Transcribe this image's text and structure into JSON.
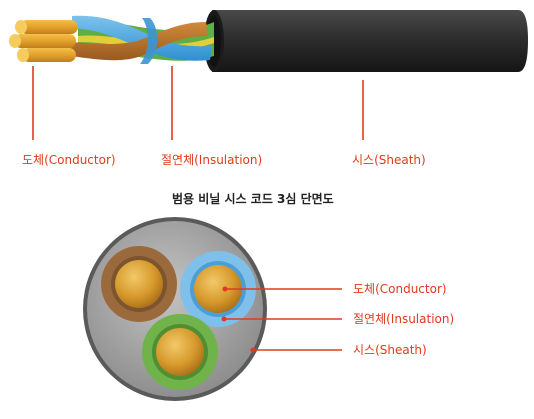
{
  "top_labels": {
    "conductor": "도체(Conductor)",
    "insulation": "절연체(Insulation)",
    "sheath": "시스(Sheath)"
  },
  "cross_section": {
    "title": "범용 비닐 시스 코드 3심 단면도",
    "labels": {
      "conductor": "도체(Conductor)",
      "insulation": "절연체(Insulation)",
      "sheath": "시스(Sheath)"
    }
  },
  "colors": {
    "label_red": "#e03a1e",
    "sheath_black": "#2a2a2a",
    "sheath_gray": "#9c9c9c",
    "copper": "#d59a2a",
    "brown": "#9b6a3c",
    "blue": "#5aaee0",
    "green": "#6fb34a",
    "yellow": "#e3d13a"
  }
}
